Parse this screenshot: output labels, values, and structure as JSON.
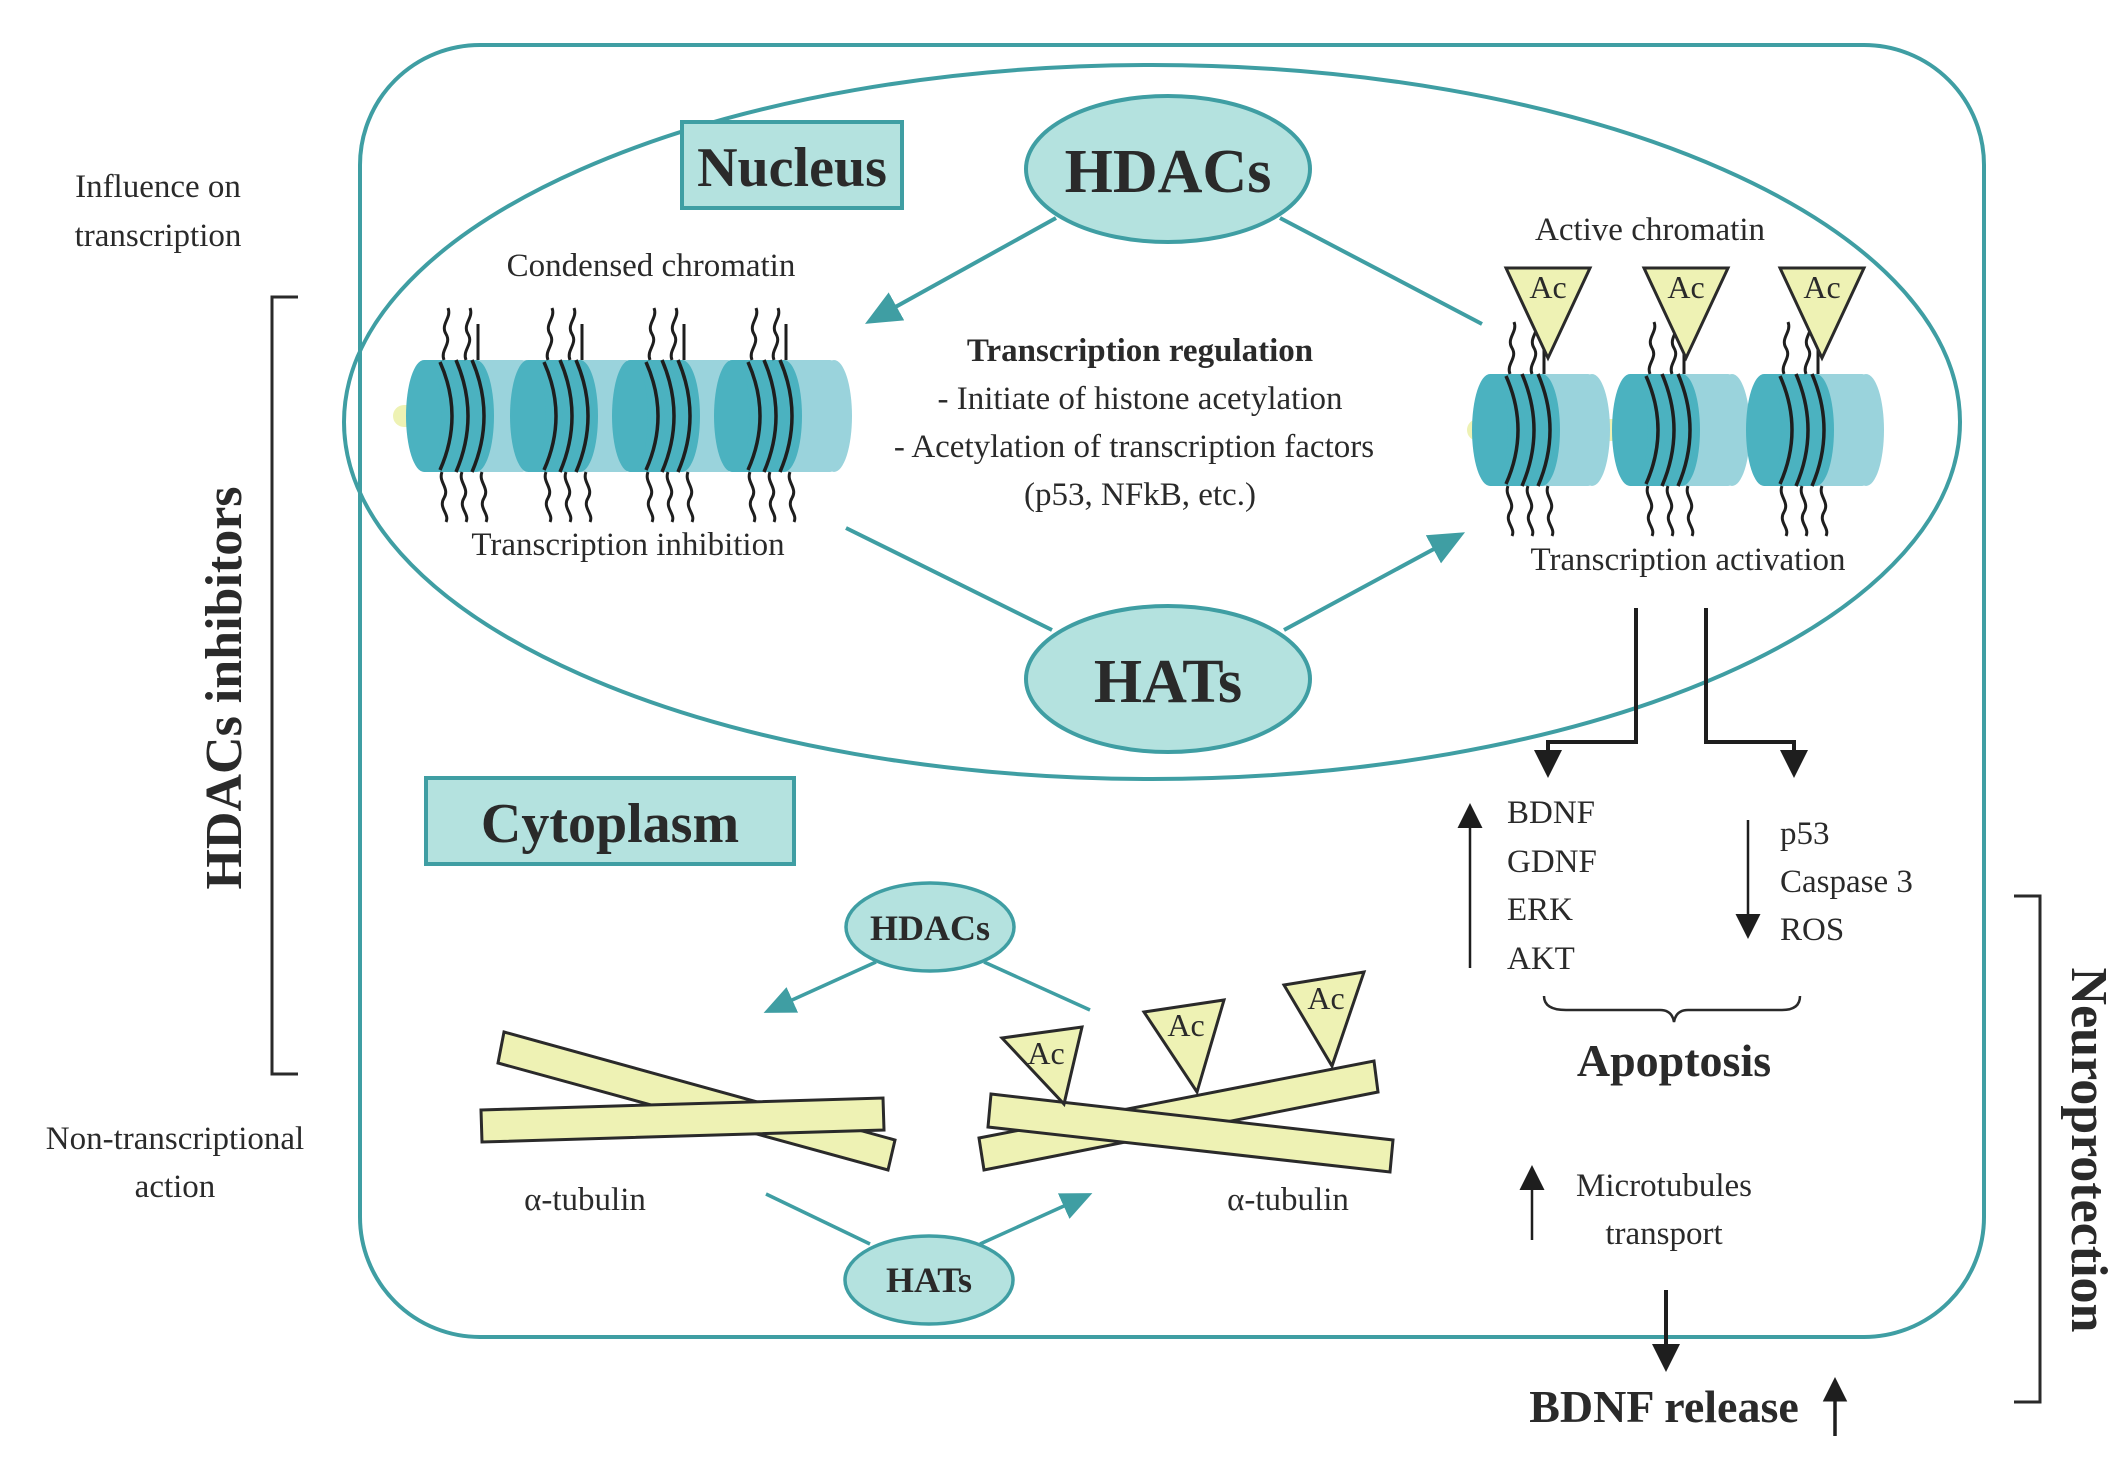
{
  "left_labels": {
    "influence_line1": "Influence on",
    "influence_line2": "transcription",
    "nontranscriptional_line1": "Non-transcriptional",
    "nontranscriptional_line2": "action",
    "hdacs_inhibitors": "HDACs inhibitors"
  },
  "right_labels": {
    "neuroprotection": "Neuroprotection"
  },
  "nucleus": {
    "title": "Nucleus",
    "hdacs": "HDACs",
    "hats": "HATs",
    "condensed_chromatin": "Condensed chromatin",
    "transcription_inhibition": "Transcription inhibition",
    "active_chromatin": "Active chromatin",
    "transcription_activation": "Transcription activation",
    "acetyl_tag": "Ac",
    "regulation": {
      "title": "Transcription regulation",
      "line1": "- Initiate of histone acetylation",
      "line2": "- Acetylation of transcription factors",
      "line3": "(p53, NFkB, etc.)"
    }
  },
  "cytoplasm": {
    "title": "Cytoplasm",
    "hdacs": "HDACs",
    "hats": "HATs",
    "tubulin_left": "α-tubulin",
    "tubulin_right": "α-tubulin",
    "acetyl_tag": "Ac"
  },
  "effects": {
    "up_list": [
      "BDNF",
      "GDNF",
      "ERK",
      "AKT"
    ],
    "down_list": [
      "p53",
      "Caspase 3",
      "ROS"
    ],
    "apoptosis": "Apoptosis",
    "microtubules_line1": "Microtubules",
    "microtubules_line2": "transport",
    "bdnf_release": "BDNF release"
  },
  "colors": {
    "teal_outline": "#3f9ea3",
    "teal_fill": "#b4e2df",
    "teal_dark": "#4bb2c0",
    "teal_light": "#9ad3dc",
    "yellow_fill": "#eef2b4",
    "yellow_stroke": "#2a2a2a"
  }
}
